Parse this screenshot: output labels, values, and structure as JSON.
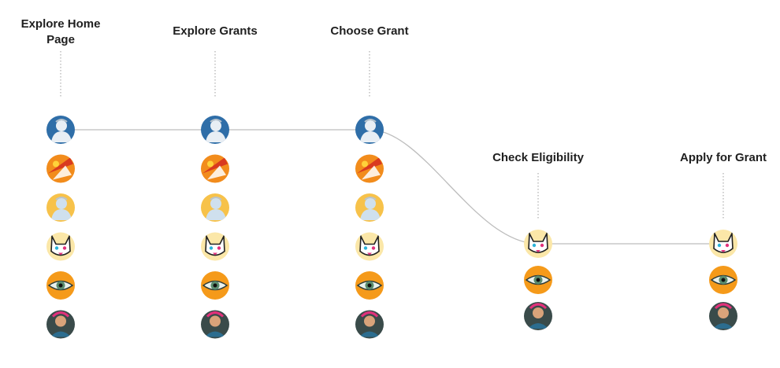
{
  "stages": [
    {
      "id": "explore-home",
      "title_lines": [
        "Explore Home",
        "Page"
      ],
      "avatars": [
        "bust-blue",
        "abstract-orange",
        "bust-yellow",
        "cat-pop",
        "eye-orange",
        "portrait-dark"
      ]
    },
    {
      "id": "explore-grants",
      "title_lines": [
        "Explore Grants"
      ],
      "avatars": [
        "bust-blue",
        "abstract-orange",
        "bust-yellow",
        "cat-pop",
        "eye-orange",
        "portrait-dark"
      ]
    },
    {
      "id": "choose-grant",
      "title_lines": [
        "Choose Grant"
      ],
      "avatars": [
        "bust-blue",
        "abstract-orange",
        "bust-yellow",
        "cat-pop",
        "eye-orange",
        "portrait-dark"
      ]
    },
    {
      "id": "check-eligibility",
      "title_lines": [
        "Check Eligibility"
      ],
      "avatars": [
        "cat-pop",
        "eye-orange",
        "portrait-dark"
      ]
    },
    {
      "id": "apply-grant",
      "title_lines": [
        "Apply for Grant"
      ],
      "avatars": [
        "cat-pop",
        "eye-orange",
        "portrait-dark"
      ]
    }
  ],
  "avatar_styles": {
    "bust-blue": {
      "bg": "#2f6ea8",
      "fg": "#e8eef4",
      "icon": "statue-bust-icon"
    },
    "abstract-orange": {
      "bg": "#f28c1c",
      "fg": "#d93a1f",
      "icon": "abstract-art-icon"
    },
    "bust-yellow": {
      "bg": "#f7c24a",
      "fg": "#cfe0ee",
      "icon": "statue-bust-icon"
    },
    "cat-pop": {
      "bg": "#fbe7a8",
      "fg": "#222222",
      "icon": "cat-icon"
    },
    "eye-orange": {
      "bg": "#f59a1a",
      "fg": "#2f3d3a",
      "icon": "eye-icon"
    },
    "portrait-dark": {
      "bg": "#3a4b4a",
      "fg": "#d9a37a",
      "icon": "portrait-icon"
    }
  },
  "colors": {
    "path": "#bdbdbd",
    "connector": "#9e9e9e",
    "text": "#1f1f1f"
  }
}
